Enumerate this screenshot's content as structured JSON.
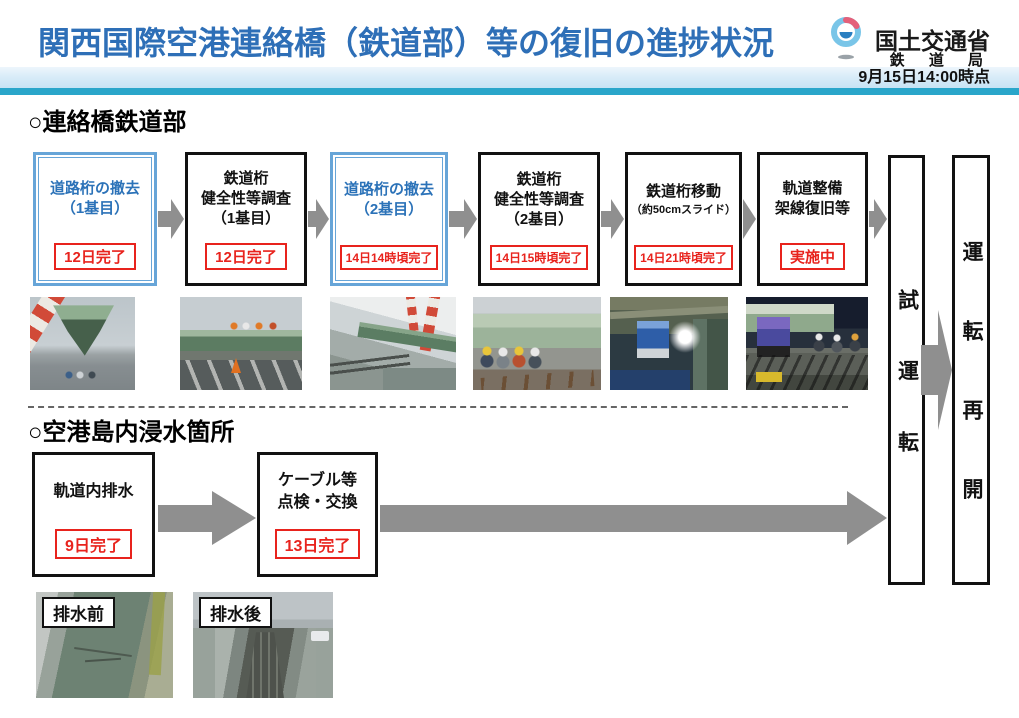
{
  "colors": {
    "title_blue": "#2e6fb7",
    "band_light_blue": "#cde8f7",
    "teal_strip": "#2aa6ca",
    "step_blue_border": "#67a5d8",
    "step_blue_text": "#2b72b8",
    "status_red": "#e8231d",
    "arrow_gray": "#8f8f8f",
    "box_black": "#111111"
  },
  "header": {
    "title": "関西国際空港連絡橋（鉄道部）等の復旧の進捗状況",
    "agency": "国土交通省",
    "bureau": "鉄 道 局",
    "timestamp": "9月15日14:00時点",
    "logo_icon": "mlit-logo"
  },
  "section_bridge": {
    "heading": "○連絡橋鉄道部",
    "steps": [
      {
        "line1": "道路桁の撤去",
        "line2": "（1基目）",
        "status": "12日完了"
      },
      {
        "line1": "鉄道桁",
        "line2": "健全性等調査",
        "line3": "（1基目）",
        "status": "12日完了"
      },
      {
        "line1": "道路桁の撤去",
        "line2": "（2基目）",
        "status": "14日14時頃完了"
      },
      {
        "line1": "鉄道桁",
        "line2": "健全性等調査",
        "line3": "（2基目）",
        "status": "14日15時頃完了"
      },
      {
        "line1": "鉄道桁移動",
        "line2": "（約50cmスライド）",
        "status": "14日21時頃完了"
      },
      {
        "line1": "軌道整備",
        "line2": "架線復旧等",
        "status": "実施中"
      }
    ]
  },
  "section_flood": {
    "heading": "○空港島内浸水箇所",
    "steps": [
      {
        "line1": "軌道内排水",
        "status": "9日完了"
      },
      {
        "line1": "ケーブル等",
        "line2": "点検・交換",
        "status": "13日完了"
      }
    ],
    "photo_labels": {
      "before": "排水前",
      "after": "排水後"
    }
  },
  "goal": {
    "trial_run": "試運転",
    "service_resume": "運転再開"
  }
}
